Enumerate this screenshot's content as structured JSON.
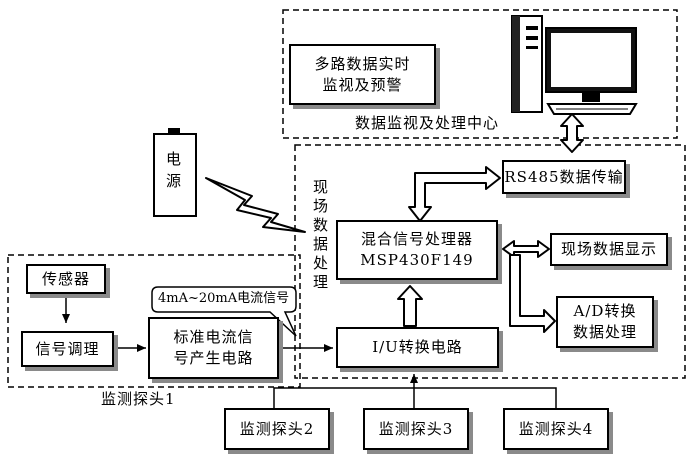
{
  "diagram": {
    "monitor_center": {
      "realtime_box": "多路数据实时\n监视及预警",
      "label": "数据监视及处理中心"
    },
    "power": "电源",
    "field_processing": "现场数据处理",
    "rs485": "RS485数据传输",
    "processor": "混合信号处理器\nMSP430F149",
    "display": "现场数据显示",
    "ad_convert": "A/D转换\n数据处理",
    "iu_circuit": "I/U转换电路",
    "probe1": {
      "sensor": "传感器",
      "conditioning": "信号调理",
      "current_gen": "标准电流信\n号产生电路",
      "label": "监测探头1"
    },
    "current_signal": "4mA~20mA电流信号",
    "probe2": "监测探头2",
    "probe3": "监测探头3",
    "probe4": "监测探头4"
  }
}
